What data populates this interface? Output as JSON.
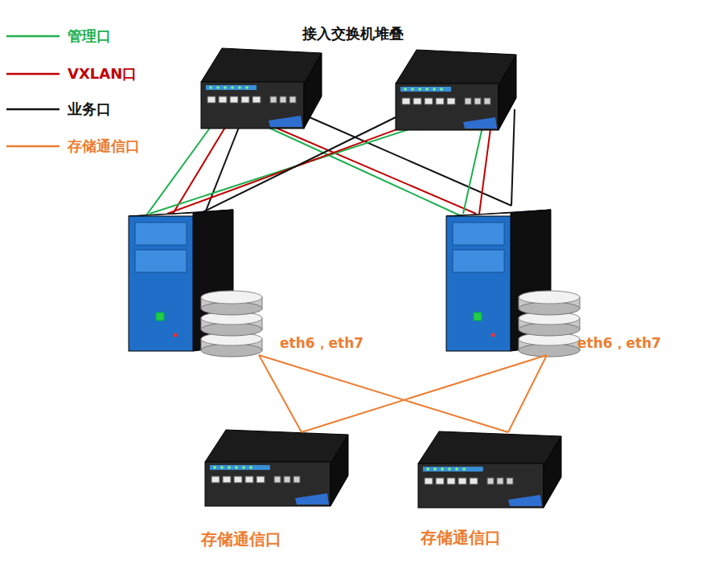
{
  "diagram": {
    "nodes": [
      {
        "text": [
          "eth6，eth7"
        ]
      },
      {
        "text": [
          "eth6，eth7"
        ]
      },
      {
        "text": [
          "存储通信口"
        ]
      },
      {
        "text": [
          "存储通信口"
        ]
      }
    ],
    "edges": [
      {
        "from": 0,
        "to": 2,
        "arrow": "none"
      },
      {
        "from": 0,
        "to": 3,
        "arrow": "none"
      },
      {
        "from": 1,
        "to": 2,
        "arrow": "none"
      },
      {
        "from": 1,
        "to": 3,
        "arrow": "none"
      }
    ],
    "labels": [
      "接入交换机堆叠"
    ],
    "legend": [
      {
        "text": "管理口"
      },
      {
        "text": "VXLAN口"
      },
      {
        "text": "业务口"
      },
      {
        "text": "存储通信口"
      }
    ]
  }
}
